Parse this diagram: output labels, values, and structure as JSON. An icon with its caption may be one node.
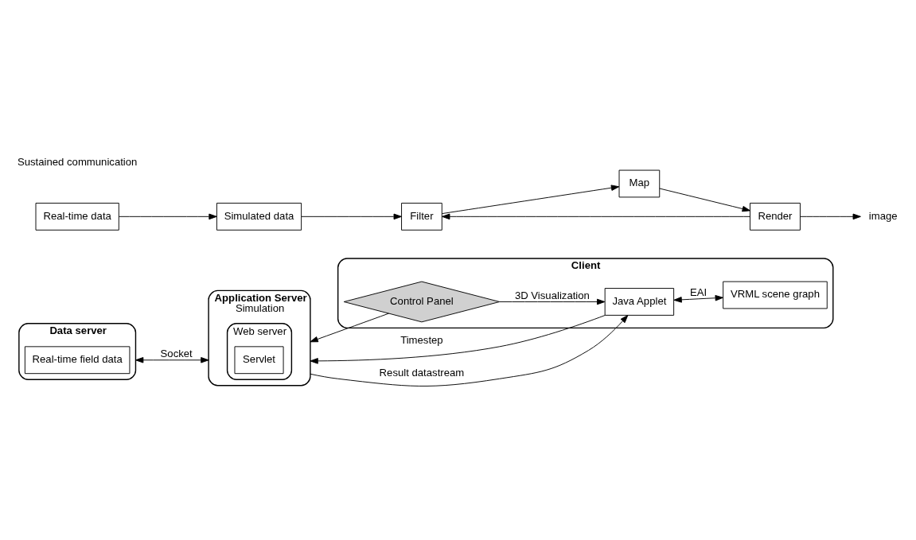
{
  "diagram": {
    "nodes": [
      {
        "text": [
          "Data server"
        ]
      },
      {
        "text": [
          "Real-time field data"
        ],
        "in": 0
      },
      {
        "text": [
          "Application Server",
          "Simulation"
        ]
      },
      {
        "text": [
          "Web server"
        ],
        "in": 2
      },
      {
        "text": [
          "Servlet"
        ],
        "in": 3
      },
      {
        "text": [
          "Client"
        ]
      },
      {
        "text": [
          "Control Panel"
        ],
        "in": 5
      },
      {
        "text": [
          "Java Applet"
        ],
        "in": 5
      },
      {
        "text": [
          "VRML scene graph"
        ],
        "in": 5
      },
      {
        "text": [
          "Real-time data"
        ]
      },
      {
        "text": [
          "Simulated data"
        ]
      },
      {
        "text": [
          "Filter"
        ]
      },
      {
        "text": [
          "Map"
        ]
      },
      {
        "text": [
          "Render"
        ]
      },
      {
        "text": [
          "image"
        ]
      }
    ],
    "edges": [
      {
        "from": 0,
        "to": 2,
        "arrow": "both",
        "label": "Socket"
      },
      {
        "from": 6,
        "to": 2,
        "arrow": "to"
      },
      {
        "from": 6,
        "to": 7,
        "arrow": "to",
        "label": "3D Visualization"
      },
      {
        "from": 7,
        "to": 2,
        "arrow": "to",
        "label": "Timestep"
      },
      {
        "from": 2,
        "to": 7,
        "arrow": "to",
        "label": "Result datastream"
      },
      {
        "from": 7,
        "to": 8,
        "arrow": "both",
        "label": "EAI"
      },
      {
        "from": 9,
        "to": 10,
        "arrow": "to"
      },
      {
        "from": 10,
        "to": 11,
        "arrow": "to"
      },
      {
        "from": 11,
        "to": 12,
        "arrow": "to"
      },
      {
        "from": 12,
        "to": 13,
        "arrow": "to"
      },
      {
        "from": 13,
        "to": 14,
        "arrow": "to"
      },
      {
        "from": 13,
        "to": 11,
        "arrow": "to"
      }
    ],
    "labels": [
      "Sustained communication"
    ]
  }
}
